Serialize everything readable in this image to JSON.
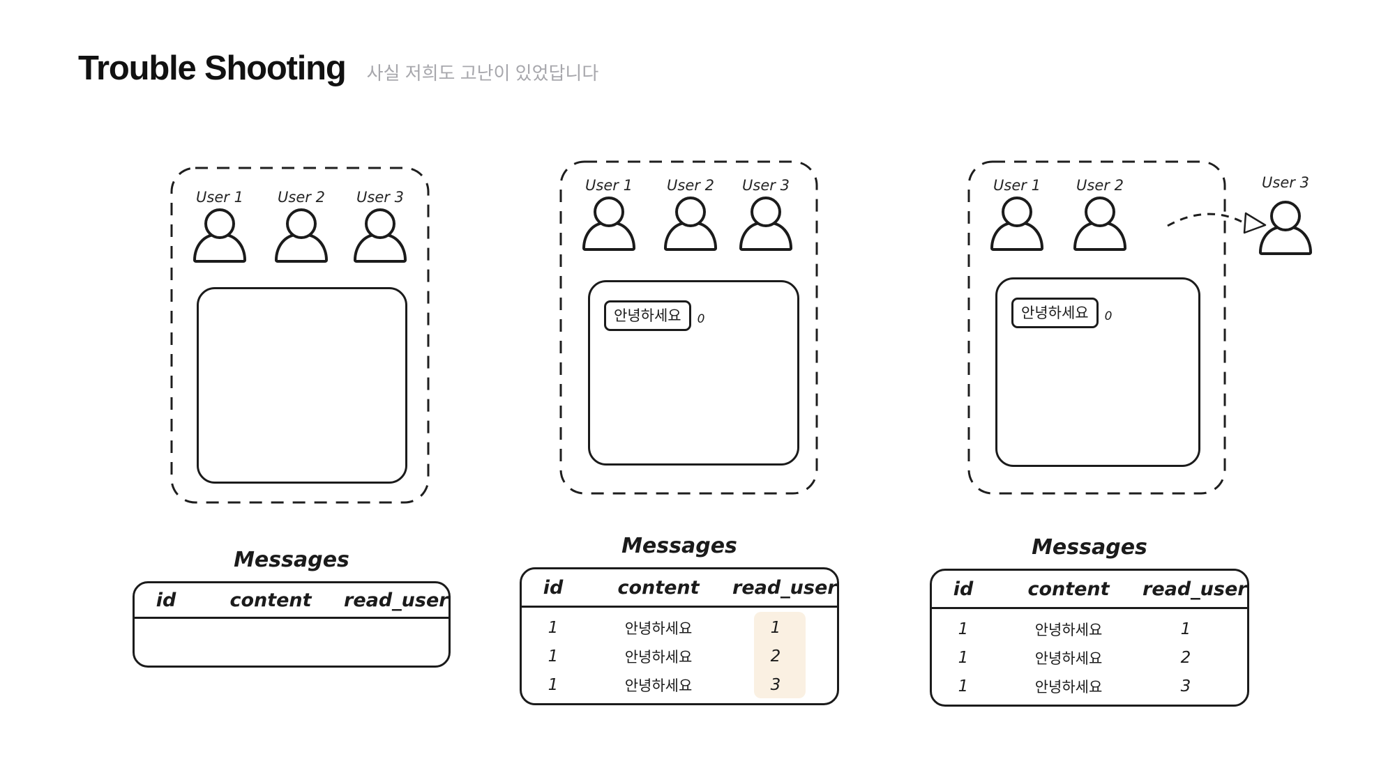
{
  "header": {
    "title": "Trouble Shooting",
    "subtitle": "사실 저희도 고난이 있었답니다"
  },
  "colors": {
    "ink": "#1b1b1b",
    "subtitle_gray": "#a7a7ac",
    "row_highlight": "#faf0e2",
    "background": "#ffffff"
  },
  "panels": [
    {
      "users": [
        "User 1",
        "User 2",
        "User 3"
      ],
      "chat": {
        "bubbles": []
      },
      "table": {
        "title": "Messages",
        "columns": [
          "id",
          "content",
          "read_user"
        ],
        "rows": []
      }
    },
    {
      "users": [
        "User 1",
        "User 2",
        "User 3"
      ],
      "chat": {
        "bubble": "안녕하세요",
        "unread_count": "0"
      },
      "table": {
        "title": "Messages",
        "columns": [
          "id",
          "content",
          "read_user"
        ],
        "highlight_column": "read_user",
        "rows": [
          {
            "id": "1",
            "content": "안녕하세요",
            "read_user": "1"
          },
          {
            "id": "1",
            "content": "안녕하세요",
            "read_user": "2"
          },
          {
            "id": "1",
            "content": "안녕하세요",
            "read_user": "3"
          }
        ]
      }
    },
    {
      "users": [
        "User 1",
        "User 2"
      ],
      "outside_user": "User 3",
      "chat": {
        "bubble": "안녕하세요",
        "unread_count": "0"
      },
      "table": {
        "title": "Messages",
        "columns": [
          "id",
          "content",
          "read_user"
        ],
        "rows": [
          {
            "id": "1",
            "content": "안녕하세요",
            "read_user": "1"
          },
          {
            "id": "1",
            "content": "안녕하세요",
            "read_user": "2"
          },
          {
            "id": "1",
            "content": "안녕하세요",
            "read_user": "3"
          }
        ]
      }
    }
  ]
}
